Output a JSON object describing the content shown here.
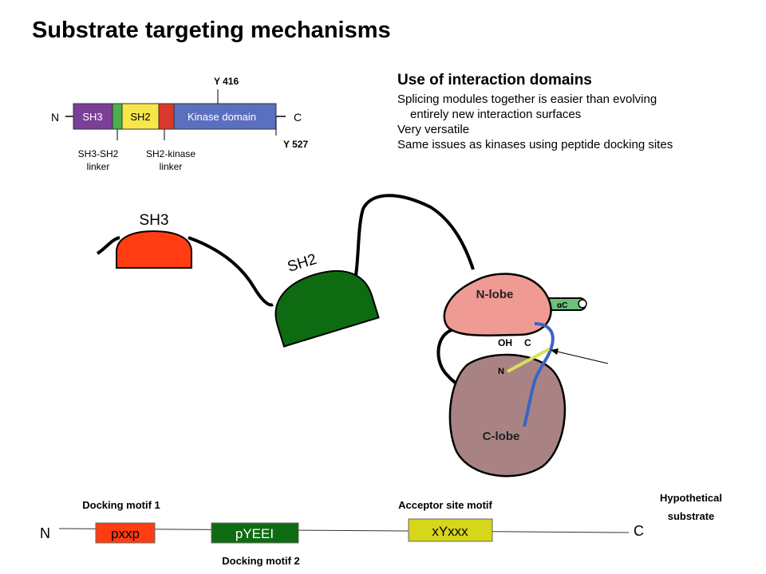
{
  "title": "Substrate targeting mechanisms",
  "domain_bar": {
    "n": "N",
    "c": "C",
    "sh3": "SH3",
    "sh2": "SH2",
    "kinase": "Kinase domain",
    "y416": "Y 416",
    "y527": "Y 527",
    "linker1_l1": "SH3-SH2",
    "linker1_l2": "linker",
    "linker2_l1": "SH2-kinase",
    "linker2_l2": "linker"
  },
  "bullets": {
    "heading": "Use of interaction domains",
    "line1": "Splicing modules together is easier than evolving",
    "line1b": "entirely new interaction surfaces",
    "line2": "Very versatile",
    "line3": "Same issues as kinases using peptide docking sites"
  },
  "cartoon": {
    "sh3": "SH3",
    "sh2": "SH2",
    "nlobe": "N-lobe",
    "clobe": "C-lobe",
    "ac": "αC",
    "oh": "OH",
    "c": "C",
    "n": "N"
  },
  "substrate": {
    "n": "N",
    "c": "C",
    "motif1_box": "pxxp",
    "motif2_box": "pYEEI",
    "acceptor_box": "xYxxx",
    "docking1": "Docking motif 1",
    "docking2": "Docking motif 2",
    "acceptor": "Acceptor site motif",
    "hypo1": "Hypothetical",
    "hypo2": "substrate"
  },
  "colors": {
    "sh3_bar": "#7b3f98",
    "linker_green": "#4caf50",
    "sh2_bar": "#f7e64a",
    "linker_red": "#d9382a",
    "kinase_bar": "#5b6fbf",
    "sh3_cartoon": "#ff3c12",
    "sh2_cartoon": "#0e6b12",
    "nlobe": "#f09a94",
    "clobe": "#a98384",
    "helix": "#6fc07a",
    "strand_blue": "#3b63c7",
    "strand_yellow": "#d9e05a",
    "acceptor_box": "#d6d61a"
  }
}
